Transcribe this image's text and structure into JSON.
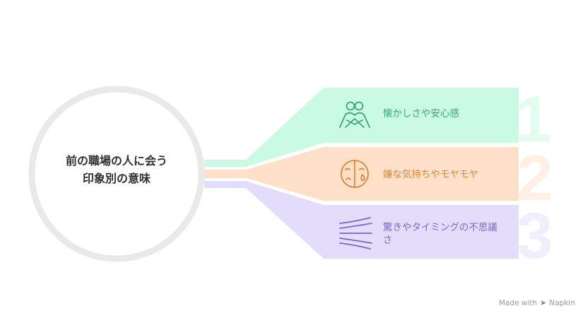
{
  "center": {
    "line1": "前の職場の人に会う",
    "line2": "印象別の意味"
  },
  "items": [
    {
      "number": "1",
      "label": "懐かしさや安心感",
      "icon": "hug-icon",
      "color": "#3aa871",
      "bg": "#cafbe2",
      "numColor": "#e4fcef"
    },
    {
      "number": "2",
      "label": "嫌な気持ちやモヤモヤ",
      "icon": "sad-face-icon",
      "color": "#d98a3d",
      "bg": "#fde0c7",
      "numColor": "#fef0e4"
    },
    {
      "number": "3",
      "label": "驚きやタイミングの不思議さ",
      "icon": "wind-icon",
      "color": "#7b68c9",
      "bg": "#e3ddfb",
      "numColor": "#f0edfd"
    }
  ],
  "watermark": {
    "text": "Made with",
    "brand": "Napkin"
  }
}
